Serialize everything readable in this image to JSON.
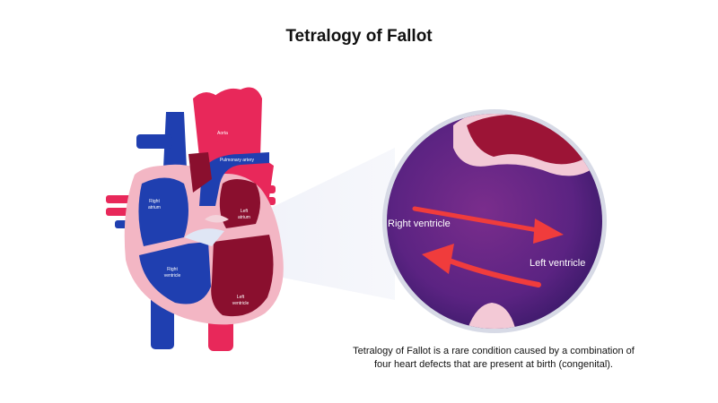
{
  "title": "Tetralogy of Fallot",
  "heart_labels": {
    "aorta": "Aorta",
    "pulmonary_artery": "Pulmonary artery",
    "right_atrium_1": "Right",
    "right_atrium_2": "atrium",
    "left_atrium_1": "Left",
    "left_atrium_2": "atrium",
    "right_ventricle_1": "Right",
    "right_ventricle_2": "ventricle",
    "left_ventricle_1": "Left",
    "left_ventricle_2": "ventricle"
  },
  "zoom_labels": {
    "right_ventricle": "Right ventricle",
    "left_ventricle": "Left ventricle"
  },
  "caption": {
    "line1": "Tetralogy of Fallot is a rare condition caused by a combination of",
    "line2": "four heart defects that are present at birth (congenital)."
  },
  "colors": {
    "oxygenated": "#e8285a",
    "deoxygenated": "#1f3fb0",
    "outline": "#f3b6c4",
    "lens_fill": "#5a2380",
    "arrow": "#f03c3c"
  }
}
